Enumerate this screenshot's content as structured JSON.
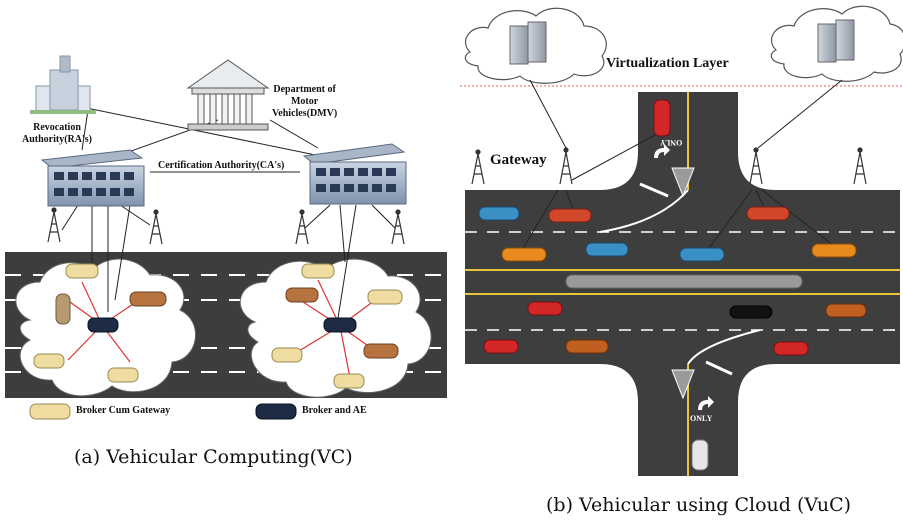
{
  "left": {
    "dmv": "Department of Motor Vehicles(DMV)",
    "dmv_lines": [
      "Department of",
      "Motor",
      "Vehicles(DMV)"
    ],
    "revocation_lines": [
      "Revocation",
      "Authority(RA's)"
    ],
    "certification": "Certification Authority(CA's)",
    "legend": [
      {
        "label": "Broker Cum Gateway",
        "color": "#efdca0"
      },
      {
        "label": "Broker and AE",
        "color": "#1d2b45"
      }
    ],
    "caption": "(a) Vehicular Computing(VC)"
  },
  "right": {
    "virtualization": "Virtualization Layer",
    "gateway": "Gateway",
    "only_top": "ONLY",
    "only_bottom": "ONLY",
    "caption": "(b) Vehicular using Cloud (VuC)"
  },
  "colors": {
    "road": "#3c3c3c",
    "lane_dash": "#ffffff",
    "center_line": "#e8c53a",
    "cloud_fill": "#ffffff",
    "cloud_stroke": "#555555",
    "building": "#7a8fa8",
    "virtual_line": "#e06060"
  }
}
